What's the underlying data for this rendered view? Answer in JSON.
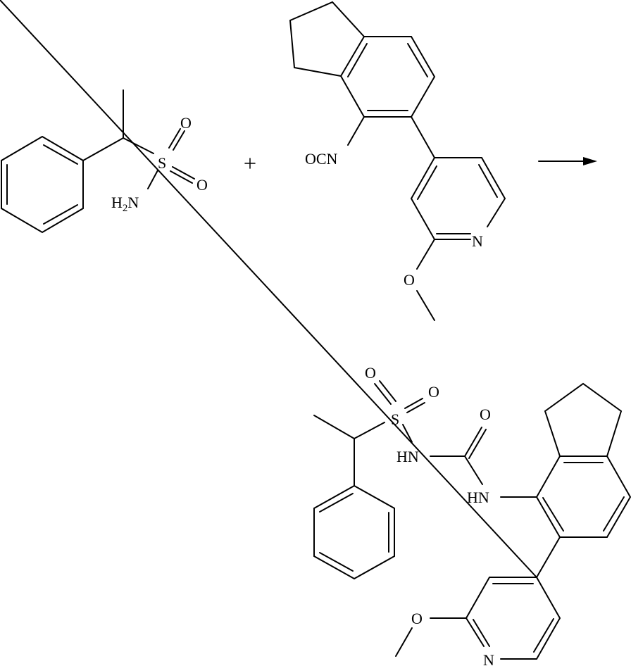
{
  "diagram": {
    "type": "chemical-reaction-scheme",
    "reactant_1": {
      "name": "1-phenylethane-1-sulfonamide",
      "labels": {
        "s": "S",
        "o1": "O",
        "o2": "O",
        "nh2_h": "H",
        "nh2_sub": "2",
        "nh2_n": "N"
      }
    },
    "plus": "+",
    "reactant_2": {
      "name": "4-(4-isocyanato-2,3-dihydro-1H-inden-5-yl)-2-methoxypyridine",
      "labels": {
        "ocn": "OCN",
        "n": "N",
        "o": "O"
      }
    },
    "arrow": "reaction-arrow",
    "product": {
      "name": "N-(sulfonyl)urea product",
      "labels": {
        "o_s1": "O",
        "o_s2": "O",
        "s": "S",
        "hn1": "HN",
        "o_c": "O",
        "hn2": "HN",
        "o_me": "O",
        "n_py": "N"
      }
    }
  }
}
